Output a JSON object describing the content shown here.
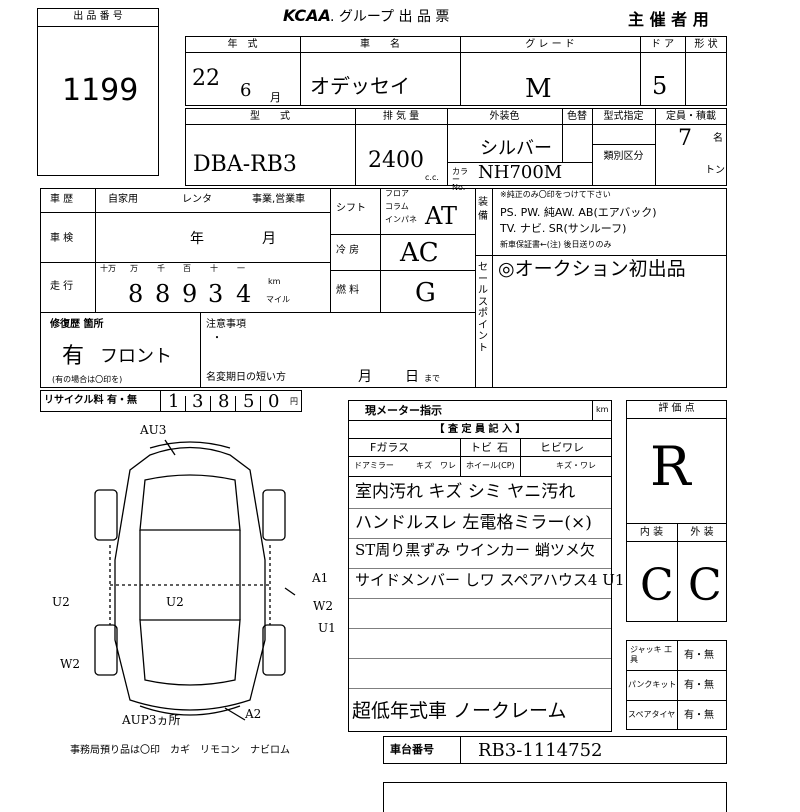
{
  "header": {
    "lot_label": "出 品 番 号",
    "lot_number": "1199",
    "brand": "KCAA",
    "brand_tail": ". グループ 出 品 票",
    "copy": "主 催 者 用"
  },
  "top": {
    "year_label": "年　式",
    "car_label": "車　　名",
    "grade_label": "グ レ ー ド",
    "door_label": "ド ア",
    "shape_label": "形 状",
    "year_val": "22",
    "month_val": "6",
    "month_unit": "月",
    "car_val": "オデッセイ",
    "grade_val": "M",
    "door_val": "5"
  },
  "row2": {
    "model_label": "型　　式",
    "disp_label": "排 気 量",
    "color_label": "外装色",
    "colorno_label": "色替",
    "spec_label": "型式指定",
    "class_label": "類別区分",
    "cap_label": "定員・積載",
    "model_val": "DBA-RB3",
    "disp_val": "2400",
    "cc": "c.c.",
    "color_val": "シルバー",
    "colorno_prefix": "カラー No.",
    "colorno_val": "NH700M",
    "cap_val": "7",
    "cap_unit": "名",
    "ton": "トン"
  },
  "history": {
    "label": "車 歴",
    "opt1": "自家用",
    "opt2": "レンタ",
    "opt3": "事業,営業車"
  },
  "inspection": {
    "label": "車 検",
    "year": "年",
    "month": "月"
  },
  "mileage": {
    "label": "走 行",
    "digits_label": [
      "十万",
      "万",
      "千",
      "百",
      "十",
      "一"
    ],
    "digits": [
      "8",
      "8",
      "9",
      "3",
      "4"
    ],
    "km": "km",
    "mile": "マイル"
  },
  "shift": {
    "label": "シフト",
    "opts": [
      "フロア",
      "コラム",
      "インパネ"
    ],
    "val": "AT"
  },
  "ac": {
    "label": "冷 房",
    "val": "AC"
  },
  "fuel": {
    "label": "燃 料",
    "val": "G"
  },
  "equip": {
    "label": "装備",
    "note": "※純正のみ〇印をつけて下さい",
    "line1": "PS. PW. 純AW. AB(エアバック)",
    "line2": "TV. ナビ. SR(サンルーフ)",
    "line3": "新車保証書←(注) 後日送りのみ"
  },
  "sales": {
    "label": "セールスポイント",
    "val": "◎オークション初出品"
  },
  "repair": {
    "label": "修復歴 箇所",
    "val": "有",
    "loc": "フロント",
    "note": "(有の場合は〇印を)"
  },
  "caution": {
    "label": "注意事項",
    "dot": "・",
    "short_label": "名変期日の短い方",
    "month": "月",
    "day": "日",
    "made": "まで"
  },
  "recycle": {
    "label": "リサイクル料 有・無",
    "digits": [
      "1",
      "3",
      "8",
      "5",
      "0"
    ],
    "yen": "円"
  },
  "meter": {
    "label": "現メーター指示",
    "km": "km"
  },
  "inspector": {
    "label": "【 査 定 員 記 入 】",
    "fglass": "Fガラス",
    "tobi": "トビ",
    "ishi": "石",
    "hibi": "ヒビワレ",
    "door": "ドアミラー",
    "kizu": "キズ",
    "ware": "ワレ",
    "wheel": "ホイール(CP)",
    "kizu2": "キズ・ワレ"
  },
  "notes": [
    "室内汚れ キズ シミ ヤニ汚れ",
    "ハンドルスレ 左電格ミラー(×)",
    "ST周り黒ずみ ウインカー 蛸ツメ欠",
    "サイドメンバー しワ スペアハウス4 U1"
  ],
  "footer_note": "超低年式車 ノークレーム",
  "grade": {
    "label": "評 価 点",
    "val": "R",
    "int_label": "内 装",
    "ext_label": "外 装",
    "int_val": "C",
    "ext_val": "C"
  },
  "tools": {
    "jack": "ジャッキ 工具",
    "puncture": "パンクキット",
    "spare": "スペアタイヤ",
    "yn": "有・無"
  },
  "chassis": {
    "label": "車台番号",
    "val": "RB3-1114752"
  },
  "diagram": {
    "marks": [
      "AU3",
      "A1",
      "W2",
      "U1",
      "U2",
      "U2",
      "W2",
      "AUP3ヵ所",
      "A2"
    ],
    "caption": "事務局預り品は〇印　カギ　リモコン　ナビロム"
  }
}
